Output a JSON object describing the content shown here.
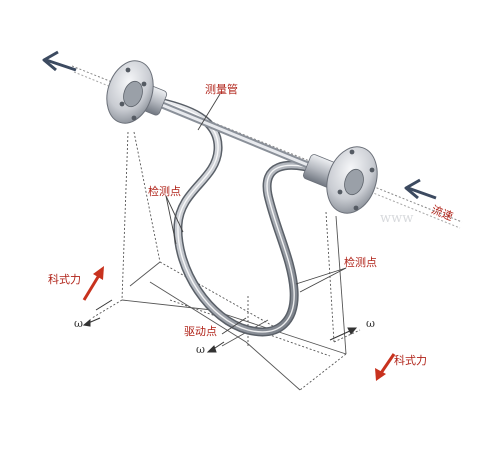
{
  "labels": {
    "measuring_tube": "测量管",
    "detection_point_left": "检测点",
    "detection_point_right": "检测点",
    "flow_speed": "流速",
    "coriolis_force_left": "科式力",
    "coriolis_force_right": "科式力",
    "drive_point": "驱动点"
  },
  "omega_symbols": {
    "left": "ω",
    "right": "ω",
    "bottom": "ω"
  },
  "colors": {
    "label_text": "#b02218",
    "force_arrow": "#c8321e",
    "flow_arrow": "#3c4a60",
    "metal_light": "#e4e6ea",
    "metal_dark": "#7c828c",
    "guide_lines": "#555555"
  }
}
